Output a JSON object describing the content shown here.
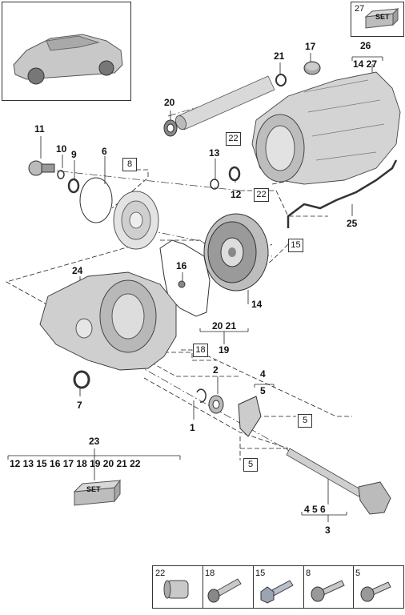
{
  "callouts": {
    "c1": "1",
    "c2": "2",
    "c3": "3",
    "c4": "4",
    "c5": "5",
    "c6": "6",
    "c7": "7",
    "c9": "9",
    "c10": "10",
    "c11": "11",
    "c12": "12",
    "c13": "13",
    "c14": "14",
    "c16": "16",
    "c17": "17",
    "c19": "19",
    "c20": "20",
    "c21": "21",
    "c23": "23",
    "c24": "24",
    "c25": "25",
    "c26": "26"
  },
  "group_labels": {
    "g26_items": "14 27",
    "g19_items": "20 21",
    "g4_items": "5",
    "g3_items": "4  5  6",
    "g23_items": "12 13 15 16 17 18 19 20 21 22"
  },
  "boxed_refs": {
    "b8": "8",
    "b22a": "22",
    "b22b": "22",
    "b15": "15",
    "b18": "18",
    "b5a": "5",
    "b5b": "5"
  },
  "set_label": "SET",
  "set_box_number": "27",
  "legend": [
    {
      "num": "22",
      "icon": "sleeve-icon"
    },
    {
      "num": "18",
      "icon": "long-bolt-icon"
    },
    {
      "num": "15",
      "icon": "hex-bolt-icon"
    },
    {
      "num": "8",
      "icon": "collar-bolt-icon"
    },
    {
      "num": "5",
      "icon": "short-bolt-icon"
    }
  ]
}
